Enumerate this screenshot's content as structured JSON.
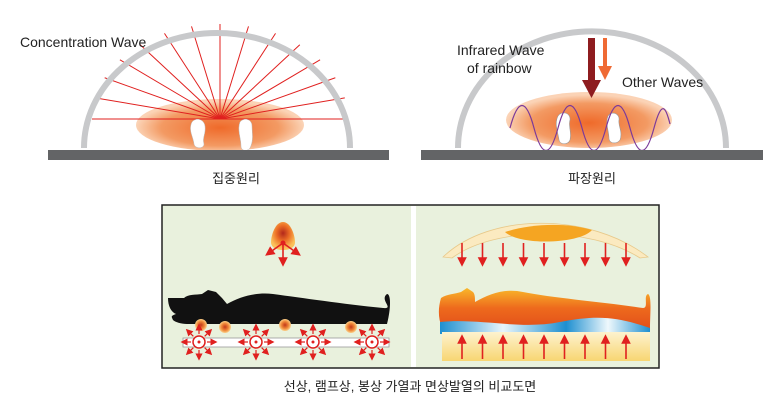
{
  "top_left": {
    "label": "Concentration Wave",
    "caption": "집중원리"
  },
  "top_right": {
    "label_line1": "Infrared Wave",
    "label_line2": "of rainbow",
    "other_label": "Other Waves",
    "caption": "파장원리"
  },
  "bottom": {
    "caption": "선상, 램프상, 봉상 가열과 면상발열의 비교도면"
  },
  "colors": {
    "dome": "#c8c9cb",
    "base": "#636466",
    "ray": "#e0201f",
    "heat": "#f07a30",
    "panel_bg": "#e9f1dd",
    "arrow_dark": "#8e1c1f",
    "arrow_light": "#ef6a34",
    "wave": "#7b3a9a"
  }
}
